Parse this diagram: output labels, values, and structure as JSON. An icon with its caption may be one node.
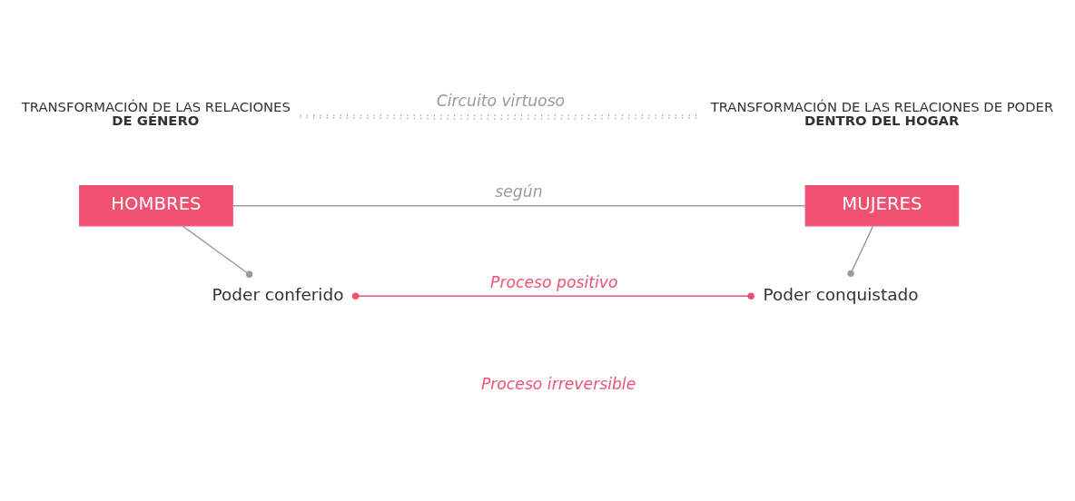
{
  "diagram": {
    "nodes": [
      {
        "text": [
          "TRANSFORMACIÓN DE LAS RELACIONES",
          "DE GÉNERO"
        ]
      },
      {
        "text": [
          "TRANSFORMACIÓN DE LAS RELACIONES DE PODER",
          "DENTRO DEL HOGAR"
        ]
      },
      {
        "text": [
          "HOMBRES"
        ]
      },
      {
        "text": [
          "MUJERES"
        ]
      },
      {
        "text": [
          "Poder conferido"
        ]
      },
      {
        "text": [
          "Poder conquistado"
        ]
      }
    ],
    "edges": [
      {
        "from": 0,
        "to": 1,
        "arrow": "none",
        "style": "dashed",
        "label": "Circuito virtuoso"
      },
      {
        "from": 0,
        "to": 1,
        "arrow": "none",
        "style": "dashed"
      },
      {
        "from": 2,
        "to": 3,
        "arrow": "none",
        "label": "según"
      },
      {
        "from": 2,
        "to": 4,
        "arrow": "other"
      },
      {
        "from": 3,
        "to": 5,
        "arrow": "other"
      },
      {
        "from": 4,
        "to": 5,
        "arrow": "other",
        "color": "#ef5270",
        "label": "Proceso positivo"
      }
    ],
    "labels": [
      "Proceso irreversible"
    ]
  }
}
